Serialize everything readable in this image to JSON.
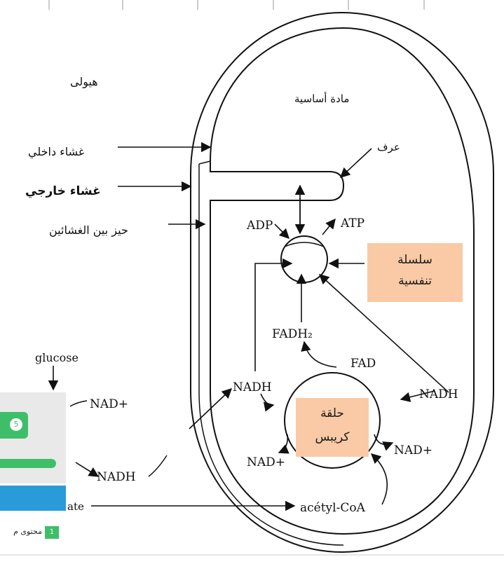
{
  "labels": {
    "hyaloplasm": "هيولى",
    "matrix": "مادة أساسية",
    "crista": "عرف",
    "inner_membrane": "غشاء داخلي",
    "outer_membrane": "غشاء خارجي",
    "intermembrane_space": "حيز بين الغشائين",
    "adp": "ADP",
    "atp": "ATP",
    "fadh2": "FADH₂",
    "fad": "FAD",
    "nadh_left": "NADH",
    "nadh_right": "NADH",
    "nad_left": "NAD+",
    "nad_right": "NAD+",
    "acetyl_coa": "acétyl-CoA",
    "glucose": "glucose",
    "nad_plus_cyto": "NAD+",
    "nadh_cyto": "NADH",
    "pyruvate_fragment": "ate"
  },
  "boxes": {
    "respiratory_chain": [
      "سلسلة",
      "تنفسية"
    ],
    "krebs_cycle": [
      "حلقة",
      "كريبس"
    ]
  },
  "overlay": {
    "badge_count": "5",
    "footer_button": "1",
    "footer_text": "محتوى م"
  },
  "colors": {
    "box_fill": "#f9caa5",
    "overlay_green": "#3fbe6a",
    "overlay_blue": "#2b9bd8"
  }
}
